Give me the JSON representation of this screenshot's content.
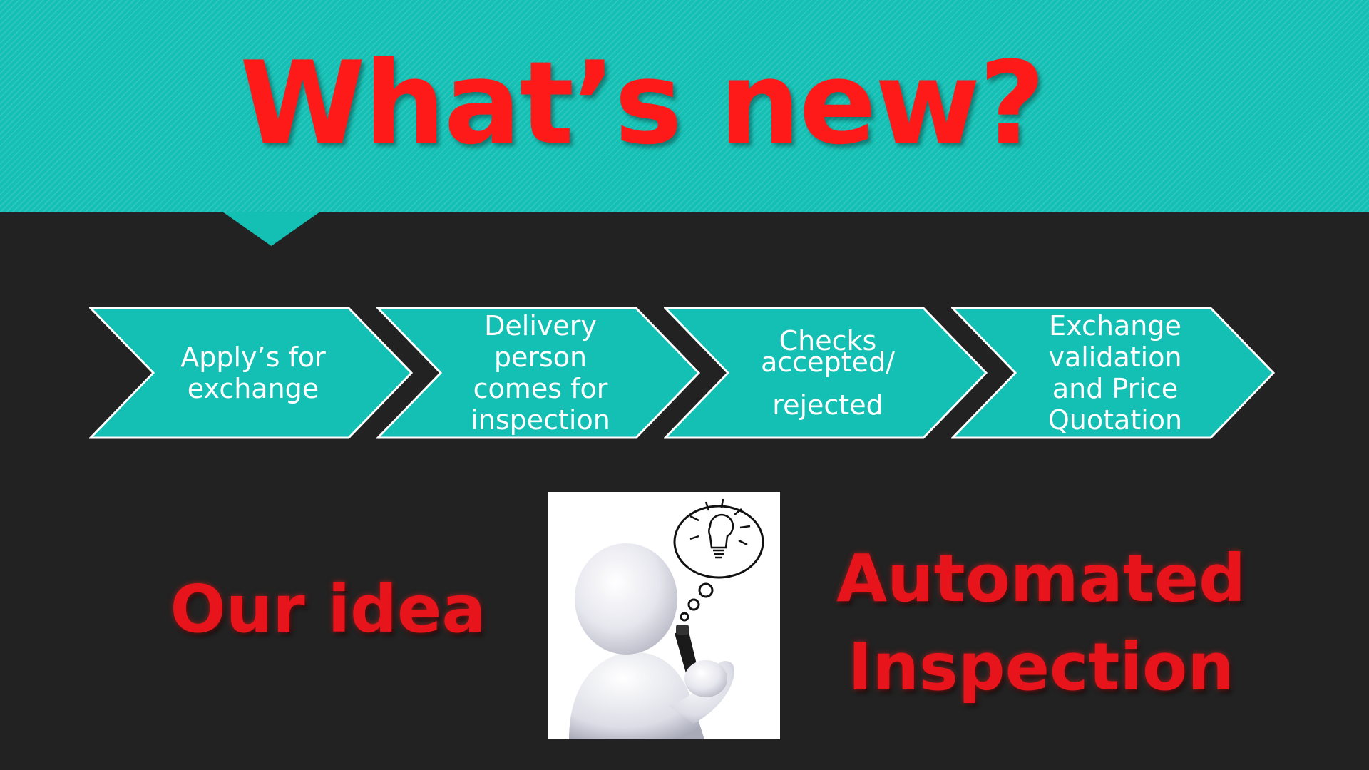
{
  "slide": {
    "title": "What’s new?",
    "process_steps": [
      {
        "label": "Apply’s for\nexchange"
      },
      {
        "label": "Delivery\nperson\ncomes for\ninspection"
      },
      {
        "label": "Checks\naccepted/\n\nrejected"
      },
      {
        "label": "Exchange\nvalidation\nand Price\nQuotation"
      }
    ],
    "idea_label": "Our idea",
    "idea_image_icon": "stick-figure-lightbulb-icon",
    "result_label": "Automated\nInspection"
  },
  "colors": {
    "background": "#222222",
    "accent_teal": "#14bfb4",
    "chevron_fill": "#14bfb4",
    "chevron_border": "#ffffff",
    "title_red": "#ff1a1a",
    "caption_red": "#e8141c",
    "step_text": "#ffffff"
  }
}
